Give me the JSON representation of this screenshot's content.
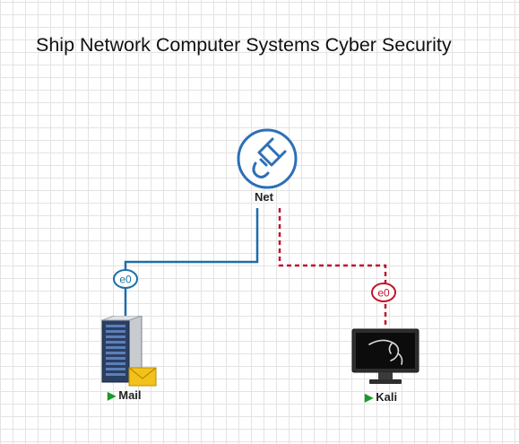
{
  "title": "Ship Network Computer Systems Cyber Security",
  "colors": {
    "grid": "#e3e3e3",
    "link_active": "#1b6fa8",
    "link_attack": "#c0142b",
    "net_icon": "#2d6fb8"
  },
  "nodes": {
    "net": {
      "label": "Net",
      "icon": "cloud-network-icon"
    },
    "mail": {
      "label": "Mail",
      "icon": "server-mail-icon",
      "status": "running"
    },
    "kali": {
      "label": "Kali",
      "icon": "kali-monitor-icon",
      "status": "running"
    }
  },
  "links": {
    "net_mail": {
      "interface": "e0",
      "style": "solid"
    },
    "net_kali": {
      "interface": "e0",
      "style": "dashed"
    }
  }
}
